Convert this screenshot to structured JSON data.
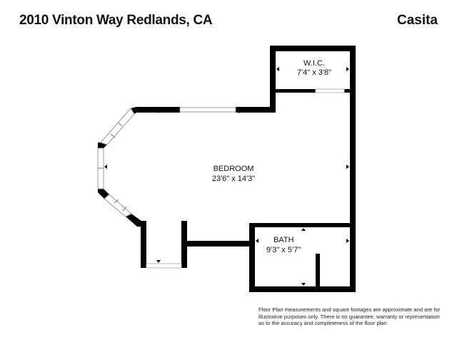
{
  "header": {
    "title": "2010 Vinton Way Redlands, CA",
    "subtitle": "Casita"
  },
  "rooms": {
    "wic": {
      "name": "W.I.C.",
      "dimensions": "7'4\" x 3'8\""
    },
    "bedroom": {
      "name": "BEDROOM",
      "dimensions": "23'6\" x 14'3\""
    },
    "bath": {
      "name": "BATH",
      "dimensions": "9'3\" x 5'7\""
    }
  },
  "colors": {
    "wall": "#000000",
    "window": "#9a9a9a",
    "background": "#ffffff"
  },
  "disclaimer": "Floor Plan measurements and square footages are approximate and are for illustrative purposes only. There is no guarantee, warranty or representation as to the accuracy and completeness of the floor plan"
}
